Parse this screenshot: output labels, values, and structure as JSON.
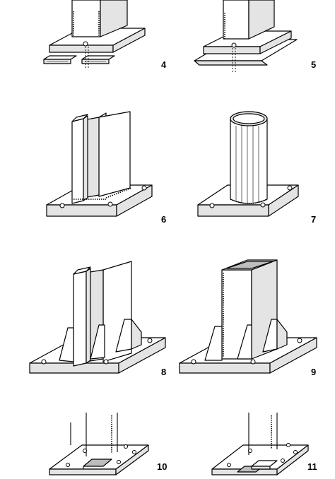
{
  "figures": [
    {
      "id": "4",
      "label": "4"
    },
    {
      "id": "5",
      "label": "5"
    },
    {
      "id": "6",
      "label": "6"
    },
    {
      "id": "7",
      "label": "7"
    },
    {
      "id": "8",
      "label": "8"
    },
    {
      "id": "9",
      "label": "9"
    },
    {
      "id": "10",
      "label": "10"
    },
    {
      "id": "11",
      "label": "11"
    }
  ]
}
